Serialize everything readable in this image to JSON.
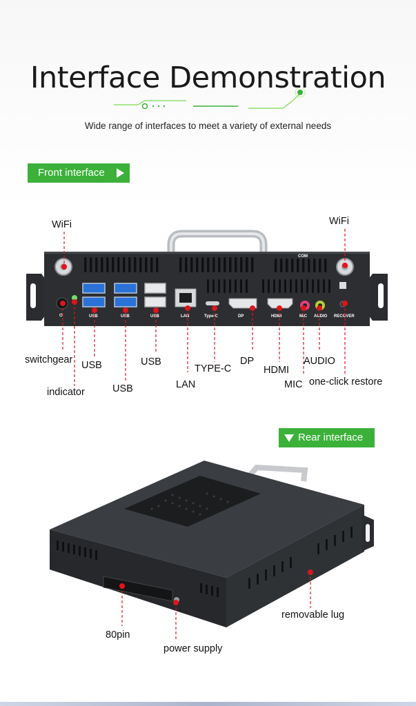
{
  "header": {
    "title": "Interface Demonstration",
    "subtitle": "Wide range of interfaces to meet a variety of external needs"
  },
  "front": {
    "tag_label": "Front interface",
    "panel_text": "COM",
    "port_markings": {
      "usb": "USB",
      "lan": "LAN",
      "typec": "Type-C",
      "dp": "DP",
      "hdmi": "HDMI",
      "mic": "MIC",
      "audio": "AUDIO",
      "recover": "RECOVER"
    },
    "labels": {
      "wifi_left": "WiFi",
      "wifi_right": "WiFi",
      "switchgear": "switchgear",
      "indicator": "indicator",
      "usb_1": "USB",
      "usb_2": "USB",
      "usb_3": "USB",
      "lan": "LAN",
      "typec": "TYPE-C",
      "dp": "DP",
      "hdmi": "HDMI",
      "mic": "MIC",
      "audio": "AUDIO",
      "restore": "one-click restore"
    }
  },
  "rear": {
    "tag_label": "Rear interface",
    "labels": {
      "pin80": "80pin",
      "power": "power supply",
      "lug": "removable lug"
    }
  },
  "colors": {
    "accent_green": "#3bb13a",
    "marker_red": "#e0141b",
    "chassis": "#2c2e31"
  }
}
